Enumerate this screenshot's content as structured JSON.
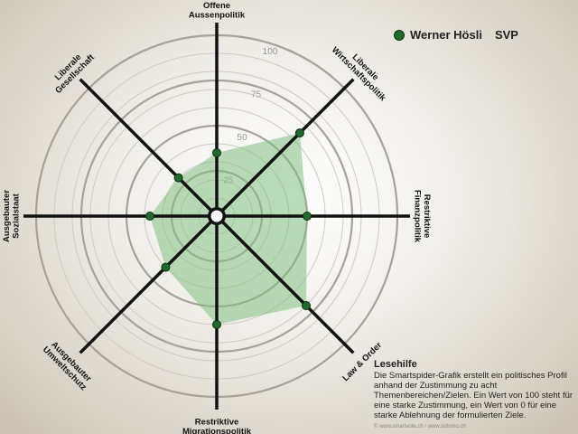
{
  "legend": {
    "candidate": "Werner Hösli",
    "party": "SVP",
    "marker_color": "#1e6b2a"
  },
  "help": {
    "title": "Lesehilfe",
    "text": "Die Smartspider-Grafik erstellt ein politisches Profil anhand der Zustimmung zu acht Themenbereichen/Zielen. Ein Wert von 100 steht für eine starke Zustimmung, ein Wert von 0 für eine starke Ablehnung der formulierten Ziele."
  },
  "copyright": "© www.smartvote.ch / www.sotomo.ch",
  "chart_data": {
    "type": "radar",
    "axes": [
      {
        "label": [
          "Offene",
          "Aussenpolitik"
        ],
        "value": 35
      },
      {
        "label": [
          "Liberale",
          "Wirtschaftspolitik"
        ],
        "value": 65
      },
      {
        "label": [
          "Restriktive",
          "Finanzpolitik"
        ],
        "value": 50
      },
      {
        "label": [
          "Law & Order"
        ],
        "value": 70
      },
      {
        "label": [
          "Restriktive",
          "Migrationspolitik"
        ],
        "value": 60
      },
      {
        "label": [
          "Ausgebauter",
          "Umweltschutz"
        ],
        "value": 40
      },
      {
        "label": [
          "Ausgebauter",
          "Sozialstaat"
        ],
        "value": 37
      },
      {
        "label": [
          "Liberale",
          "Gesellschaft"
        ],
        "value": 30
      }
    ],
    "series": [
      {
        "name": "Werner Hösli",
        "color": "#1e6b2a"
      }
    ],
    "rlim": [
      0,
      100
    ],
    "tick_labels": [
      "25",
      "50",
      "75",
      "100"
    ],
    "fill_color": "#7fbf7f",
    "grid": true
  }
}
